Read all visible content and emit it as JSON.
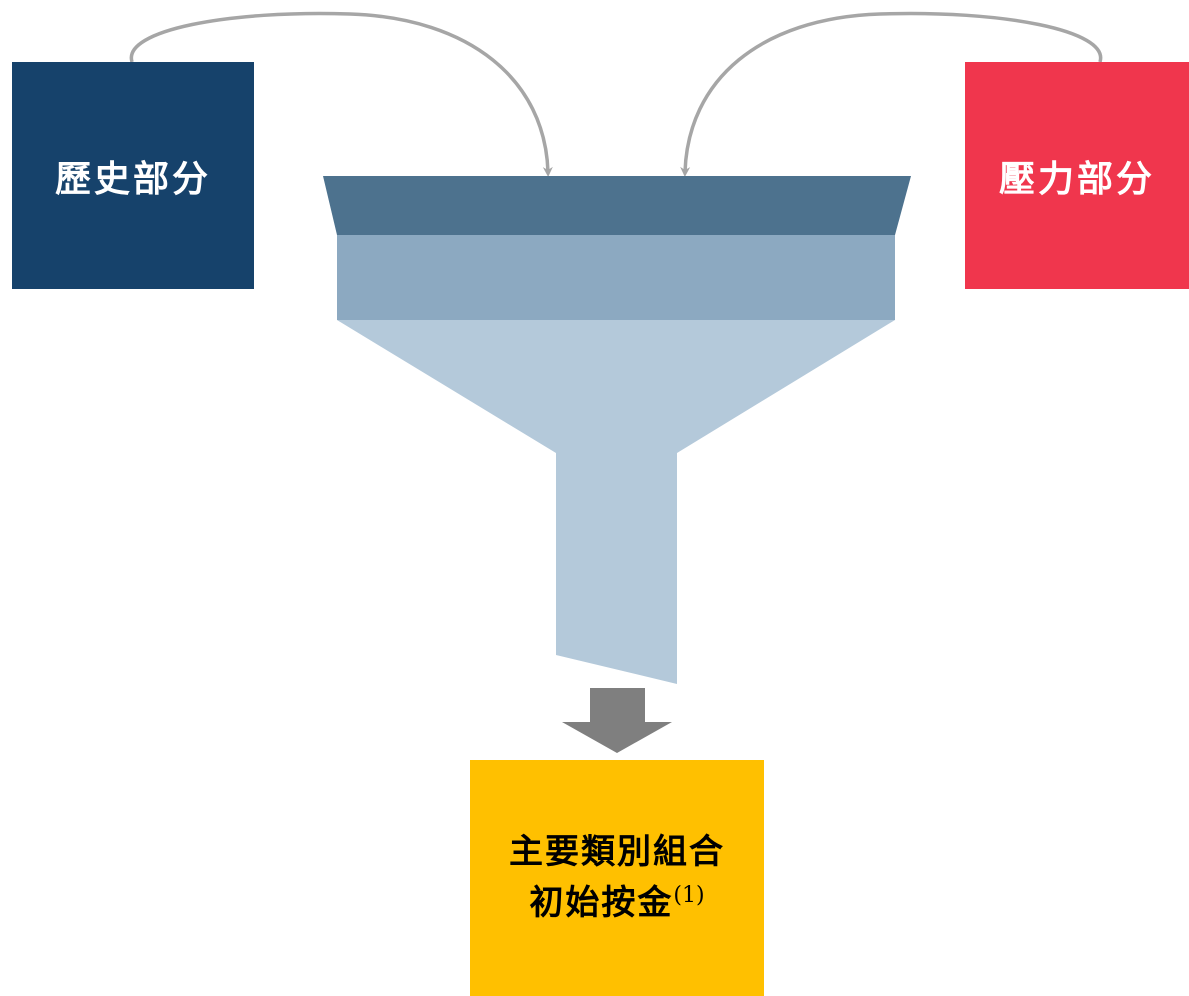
{
  "colors": {
    "history_box": "#16426B",
    "stress_box": "#F0364D",
    "result_box": "#FFC000",
    "funnel_top": "#4D728E",
    "funnel_middle": "#8CA9C1",
    "funnel_bottom": "#B4C9DA",
    "arrow_gray": "#A6A6A6",
    "down_arrow": "#7F7F7F"
  },
  "nodes": {
    "history": {
      "label": "歷史部分"
    },
    "stress": {
      "label": "壓力部分"
    },
    "result": {
      "line1": "主要類別組合",
      "line2": "初始按金",
      "footnote": "(1)"
    }
  },
  "edges": [
    {
      "from": "history",
      "to": "funnel"
    },
    {
      "from": "stress",
      "to": "funnel"
    },
    {
      "from": "funnel",
      "to": "result"
    }
  ],
  "icons": {
    "funnel": "funnel-icon",
    "down_arrow": "down-arrow-icon"
  }
}
